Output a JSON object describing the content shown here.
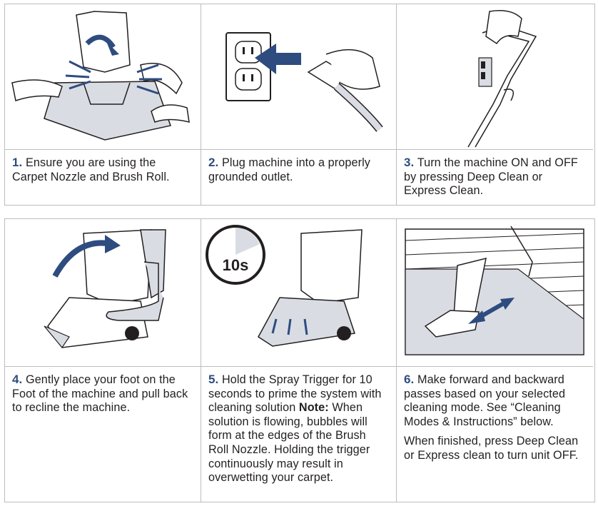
{
  "steps": [
    {
      "num": "1.",
      "text": "Ensure you are using the Carpet Nozzle and Brush Roll."
    },
    {
      "num": "2.",
      "text": "Plug machine into a properly grounded outlet."
    },
    {
      "num": "3.",
      "text": "Turn the machine ON and OFF by pressing Deep Clean or Express Clean."
    },
    {
      "num": "4.",
      "text": "Gently place your foot on the Foot of the machine and pull back to recline the machine."
    },
    {
      "num": "5.",
      "text": "Hold the Spray Trigger for 10 seconds to prime the system with cleaning solution",
      "note_label": "Note:",
      "note_text": "When solution is flowing, bubbles will form at the edges of the Brush Roll Nozzle. Holding the trigger continuously may result in overwetting your carpet."
    },
    {
      "num": "6.",
      "text": "Make forward and backward passes based on your selected cleaning mode. See “Cleaning Modes & Instructions” below.",
      "extra": "When finished, press Deep Clean or Express clean to turn unit OFF."
    }
  ],
  "timer_label": "10s",
  "colors": {
    "accent": "#2e4c7f",
    "line": "#bdbdbd",
    "ink": "#231f20",
    "fill": "#d9dde3"
  }
}
